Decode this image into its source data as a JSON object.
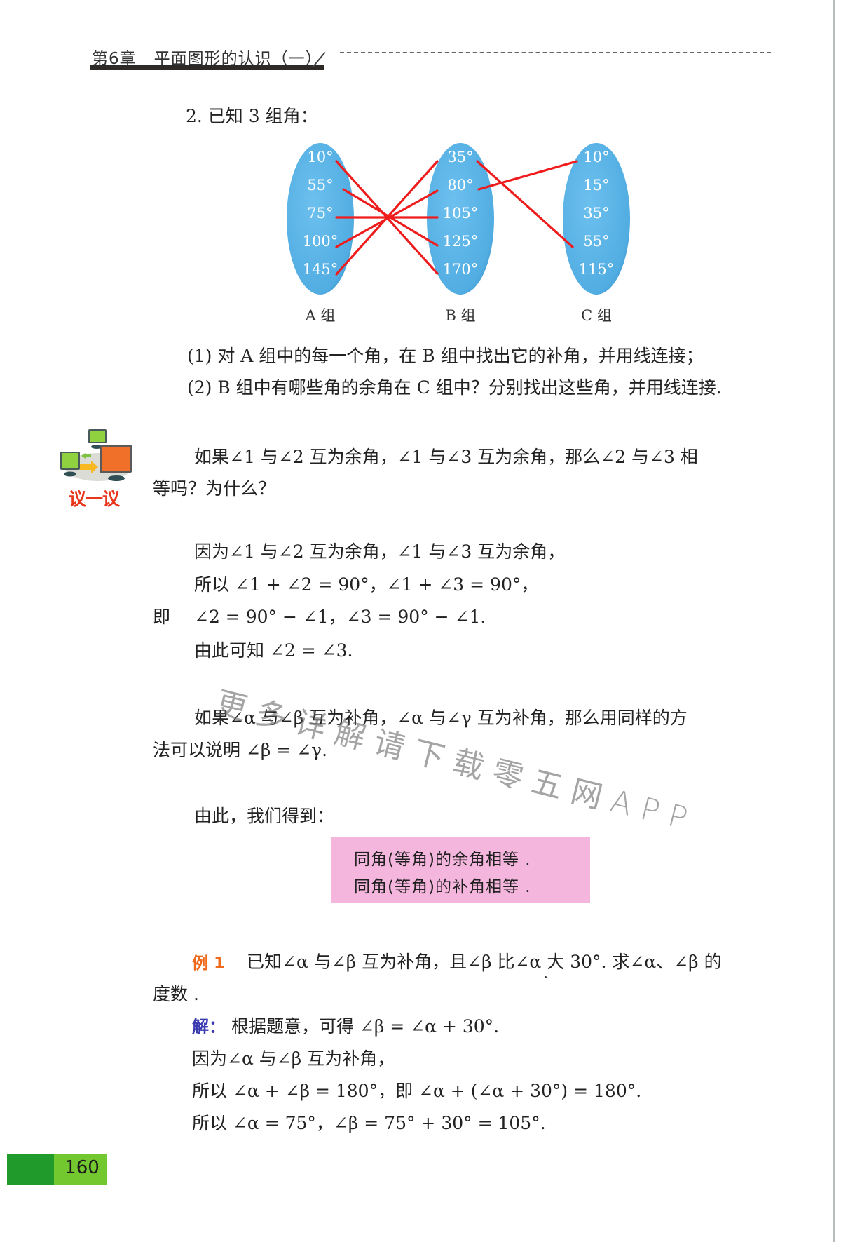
{
  "header": {
    "chapter": "第6章",
    "title": "平面图形的认识（一）"
  },
  "exercise": {
    "intro": "2. 已知 3 组角：",
    "groups": [
      {
        "label": "A 组",
        "values": [
          "10°",
          "55°",
          "75°",
          "100°",
          "145°"
        ]
      },
      {
        "label": "B 组",
        "values": [
          "35°",
          "80°",
          "105°",
          "125°",
          "170°"
        ]
      },
      {
        "label": "C 组",
        "values": [
          "10°",
          "15°",
          "35°",
          "55°",
          "115°"
        ]
      }
    ],
    "connections": [
      {
        "from": "A:10°",
        "to": "B:170°"
      },
      {
        "from": "A:55°",
        "to": "B:125°"
      },
      {
        "from": "A:75°",
        "to": "B:105°"
      },
      {
        "from": "A:100°",
        "to": "B:80°"
      },
      {
        "from": "A:145°",
        "to": "B:35°"
      },
      {
        "from": "B:35°",
        "to": "C:55°"
      },
      {
        "from": "B:80°",
        "to": "C:10°"
      }
    ],
    "line_color": "#ee1c1c",
    "oval_color": "#5ab3e6",
    "questions": [
      "(1) 对 A 组中的每一个角，在 B 组中找出它的补角，并用线连接；",
      "(2) B 组中有哪些角的余角在 C 组中？分别找出这些角，并用线连接."
    ]
  },
  "discussion": {
    "icon_label": "议一议",
    "line1": "如果∠1 与∠2 互为余角，∠1 与∠3 互为余角，那么∠2 与∠3 相",
    "line2": "等吗？为什么？"
  },
  "proof": {
    "line1": "因为∠1 与∠2 互为余角，∠1 与∠3 互为余角，",
    "line2": "所以 ∠1 + ∠2 = 90°，∠1 + ∠3 = 90°，",
    "line3_prefix": "即",
    "line3": "∠2 = 90° − ∠1，∠3 = 90° − ∠1.",
    "line4": "由此可知 ∠2 = ∠3."
  },
  "supplement": {
    "line1": "如果∠α 与∠β 互为补角，∠α 与∠γ 互为补角，那么用同样的方",
    "line2": "法可以说明 ∠β = ∠γ."
  },
  "watermark": "更多详解请下载零五网APP",
  "conclusion": {
    "intro": "由此，我们得到：",
    "box_lines": [
      "同角(等角)的余角相等 .",
      "同角(等角)的补角相等 ."
    ],
    "box_color": "#f4b6dd"
  },
  "example": {
    "label": "例 1",
    "line1": "已知∠α 与∠β 互为补角，且∠β 比∠α 大 30°. 求∠α、∠β 的",
    "line2": "度数 .",
    "solution_label": "解：",
    "sol1": "根据题意，可得 ∠β = ∠α + 30°.",
    "sol2": "因为∠α 与∠β 互为补角，",
    "sol3": "所以 ∠α + ∠β = 180°，即 ∠α + (∠α + 30°) = 180°.",
    "sol4": "所以 ∠α = 75°，∠β = 75° + 30° = 105°."
  },
  "footer": {
    "page_number": "160"
  }
}
